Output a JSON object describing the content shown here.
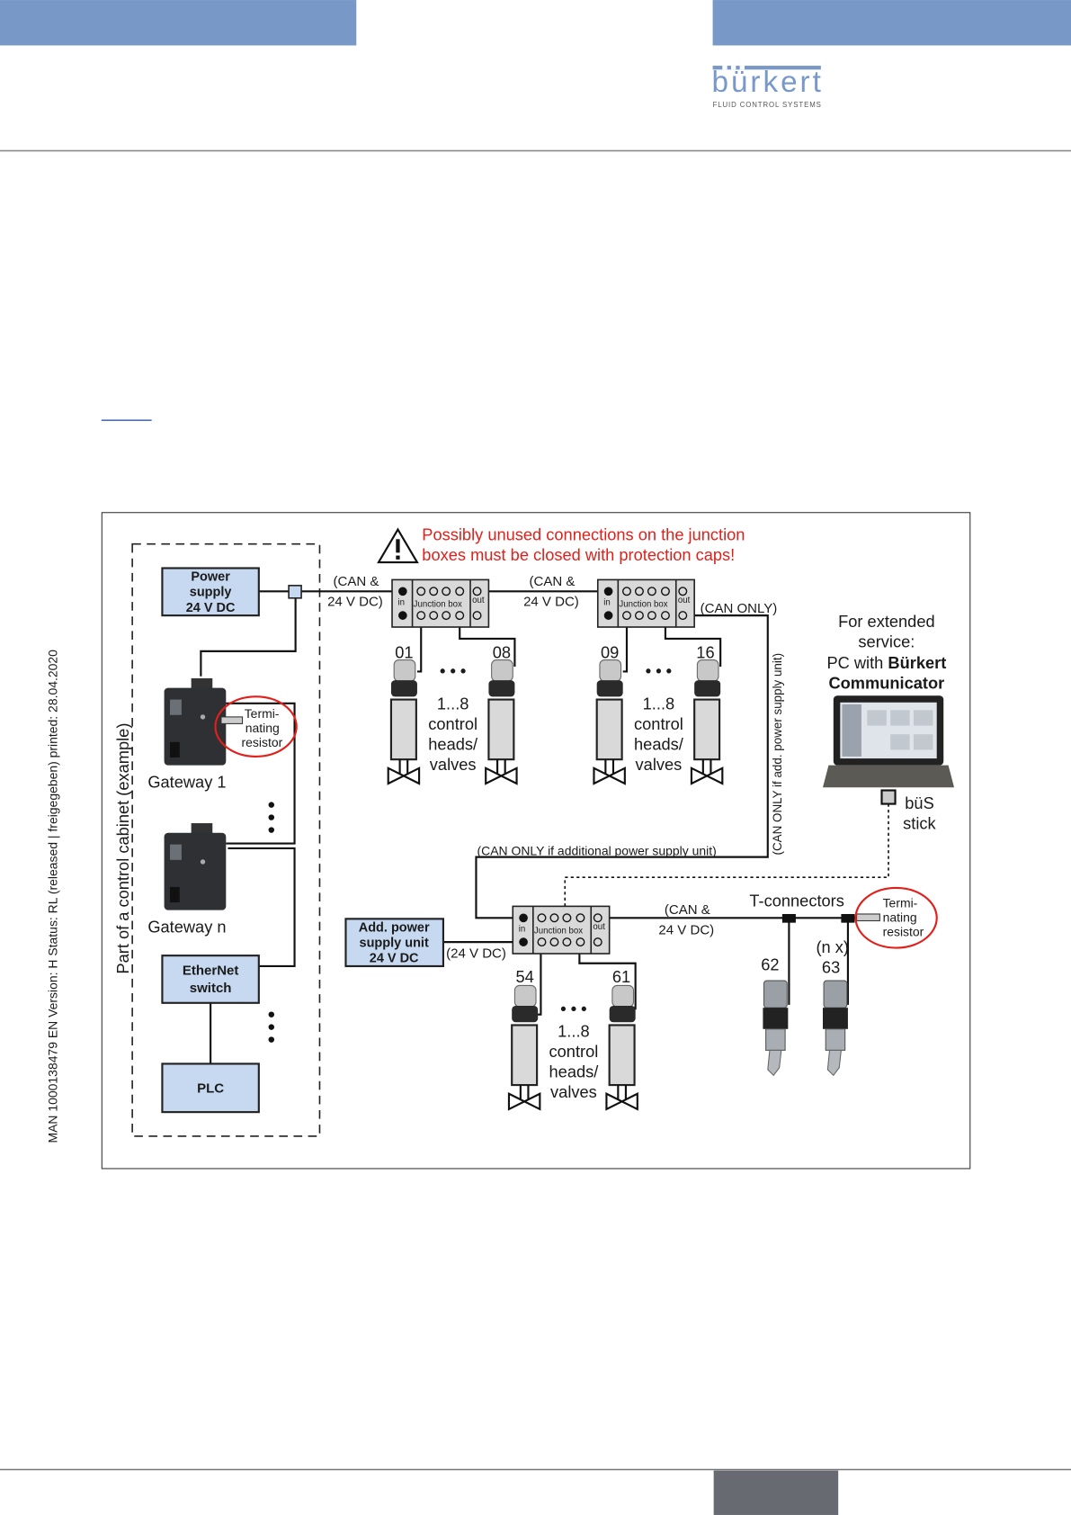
{
  "header": {
    "brand_color": "#7899c8",
    "logo": {
      "name": "bürkert",
      "tagline": "FLUID CONTROL SYSTEMS"
    }
  },
  "side_note": "MAN  1000138479  EN  Version: H Status: RL (released | freigegeben)  printed: 28.04.2020",
  "diagram": {
    "warning": {
      "icon": "warning-triangle-icon",
      "line1": "Possibly unused connections on the junction",
      "line2": "boxes must be closed with protection caps!",
      "color": "#e0201b"
    },
    "cabinet_label": "Part of a control cabinet (example)",
    "power_supply": [
      "Power",
      "supply",
      "24 V DC"
    ],
    "gateway1": "Gateway 1",
    "gateway_n": "Gateway n",
    "terminating_resistor": [
      "Termi-",
      "nating",
      "resistor"
    ],
    "ethernet_switch": [
      "EtherNet",
      "switch"
    ],
    "plc": "PLC",
    "junction_box": {
      "in": "in",
      "label": "Junction box",
      "out": "out"
    },
    "can_24v": [
      "(CAN &",
      "24 V DC)"
    ],
    "can_only": "(CAN ONLY)",
    "can_only_vertical": "(CAN ONLY if add. power supply unit)",
    "can_only_horizontal": "(CAN ONLY if additional power supply unit)",
    "group_text": [
      "1...8",
      "control",
      "heads/",
      "valves"
    ],
    "dots": "• • •",
    "group1": {
      "first": "01",
      "last": "08"
    },
    "group2": {
      "first": "09",
      "last": "16"
    },
    "group3": {
      "first": "54",
      "last": "61"
    },
    "pc": {
      "line1": "For extended",
      "line2": "service:",
      "line3_prefix": "PC with ",
      "line3_bold": "Bürkert",
      "line4": "Communicator"
    },
    "bus_stick": [
      "büS",
      "stick"
    ],
    "add_power": [
      "Add. power",
      "supply unit",
      "24 V DC"
    ],
    "v24": "(24 V DC)",
    "t_connectors": "T-connectors",
    "devices": {
      "d62": "62",
      "nx": "(n x)",
      "d63": "63"
    }
  }
}
